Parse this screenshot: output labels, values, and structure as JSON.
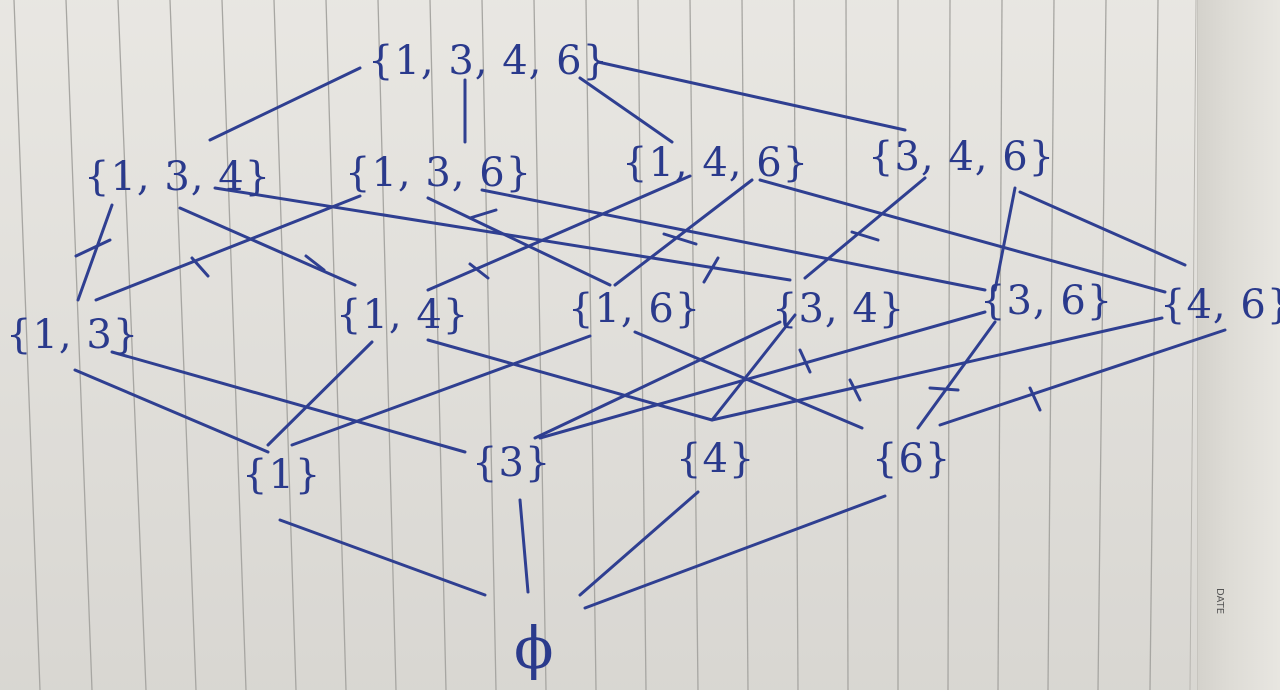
{
  "page": {
    "date_label": "DATE"
  },
  "diagram": {
    "nodes": {
      "n1346": "{1, 3, 4, 6}",
      "n134": "{1, 3, 4}",
      "n136": "{1, 3, 6}",
      "n146": "{1, 4, 6}",
      "n346": "{3, 4, 6}",
      "n13": "{1, 3}",
      "n14": "{1, 4}",
      "n16": "{1, 6}",
      "n34": "{3, 4}",
      "n36": "{3, 6}",
      "n46": "{4, 6}",
      "n1": "{1}",
      "n3": "{3}",
      "n4": "{4}",
      "n6": "{6}",
      "nempty": "ϕ"
    }
  }
}
